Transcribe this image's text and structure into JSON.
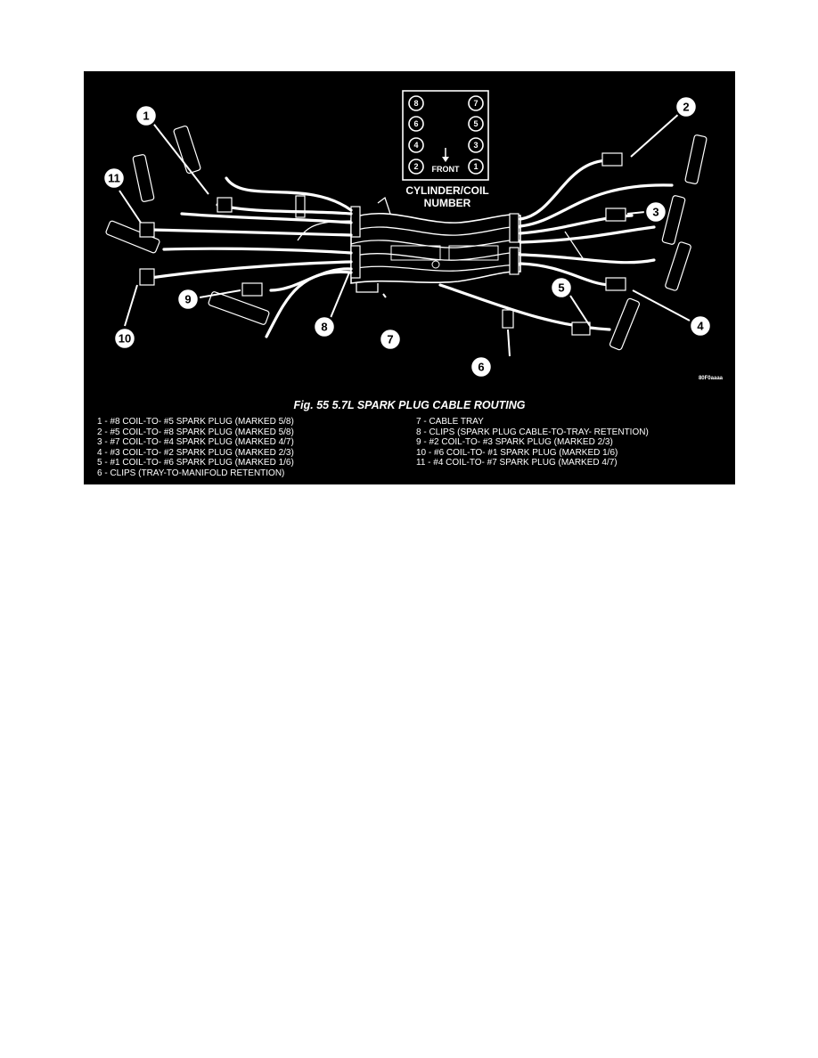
{
  "figure": {
    "caption": "Fig. 55 5.7L SPARK PLUG CABLE ROUTING",
    "inset_label": "CYLINDER/COIL NUMBER",
    "inset_label_line1": "CYLINDER/COIL",
    "inset_label_line2": "NUMBER",
    "front_label": "FRONT",
    "watermark": "80F0aaaa",
    "cylinders": [
      "8",
      "7",
      "6",
      "5",
      "4",
      "3",
      "2",
      "1"
    ],
    "callouts": [
      "1",
      "2",
      "3",
      "4",
      "5",
      "6",
      "7",
      "8",
      "9",
      "10",
      "11"
    ]
  },
  "legend": {
    "left": [
      "1 - #8 COIL-TO- #5 SPARK PLUG (MARKED 5/8)",
      "2 - #5 COIL-TO- #8 SPARK PLUG (MARKED 5/8)",
      "3 - #7 COIL-TO- #4 SPARK PLUG (MARKED 4/7)",
      "4 - #3 COIL-TO- #2 SPARK PLUG (MARKED 2/3)",
      "5 - #1 COIL-TO- #6 SPARK PLUG (MARKED 1/6)",
      "6 - CLIPS (TRAY-TO-MANIFOLD RETENTION)"
    ],
    "right": [
      "7 - CABLE TRAY",
      "8 - CLIPS (SPARK PLUG CABLE-TO-TRAY- RETENTION)",
      "9 - #2 COIL-TO- #3 SPARK PLUG (MARKED 2/3)",
      "10 - #6 COIL-TO- #1 SPARK PLUG (MARKED 1/6)",
      "11 - #4 COIL-TO- #7 SPARK PLUG (MARKED 4/7)"
    ]
  },
  "colors": {
    "figure_background": "#000000",
    "line_art": "#ffffff",
    "page_background": "#ffffff"
  }
}
